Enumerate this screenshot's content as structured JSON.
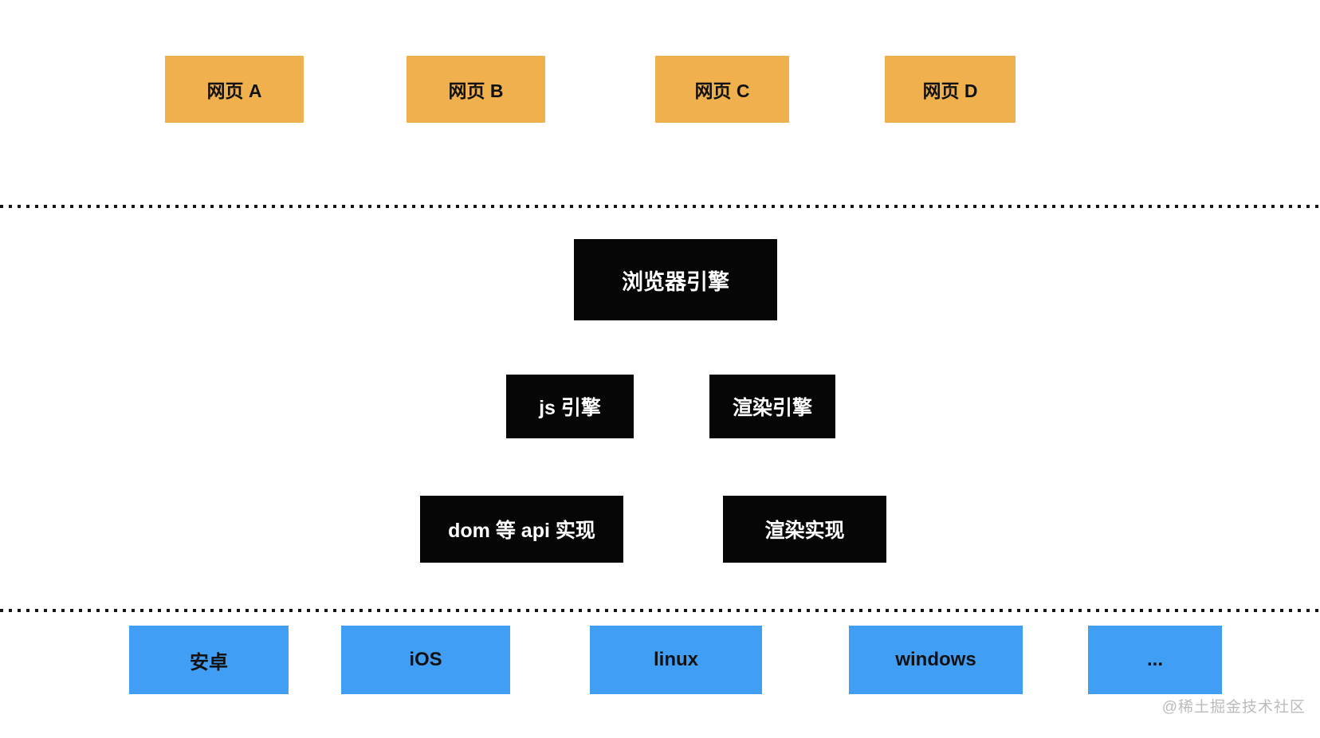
{
  "pages_row": {
    "items": [
      "网页 A",
      "网页 B",
      "网页 C",
      "网页 D"
    ]
  },
  "browser_engine": {
    "label": "浏览器引擎"
  },
  "engine_row": {
    "js_engine": "js 引擎",
    "render_engine": "渲染引擎"
  },
  "impl_row": {
    "dom_api": "dom 等 api 实现",
    "render_impl": "渲染实现"
  },
  "platforms_row": {
    "items": [
      "安卓",
      "iOS",
      "linux",
      "windows",
      "..."
    ]
  },
  "watermark": {
    "text": "@稀土掘金技术社区"
  },
  "colors": {
    "page_box_bg": "#F0B04E",
    "engine_box_bg": "#060606",
    "platform_box_bg": "#419EF5",
    "box_text_dark": "#111111",
    "engine_text": "#FFFFFF",
    "divider_dots": "#151515",
    "watermark_text": "#BBBBBB",
    "canvas_bg": "#FFFFFF"
  }
}
